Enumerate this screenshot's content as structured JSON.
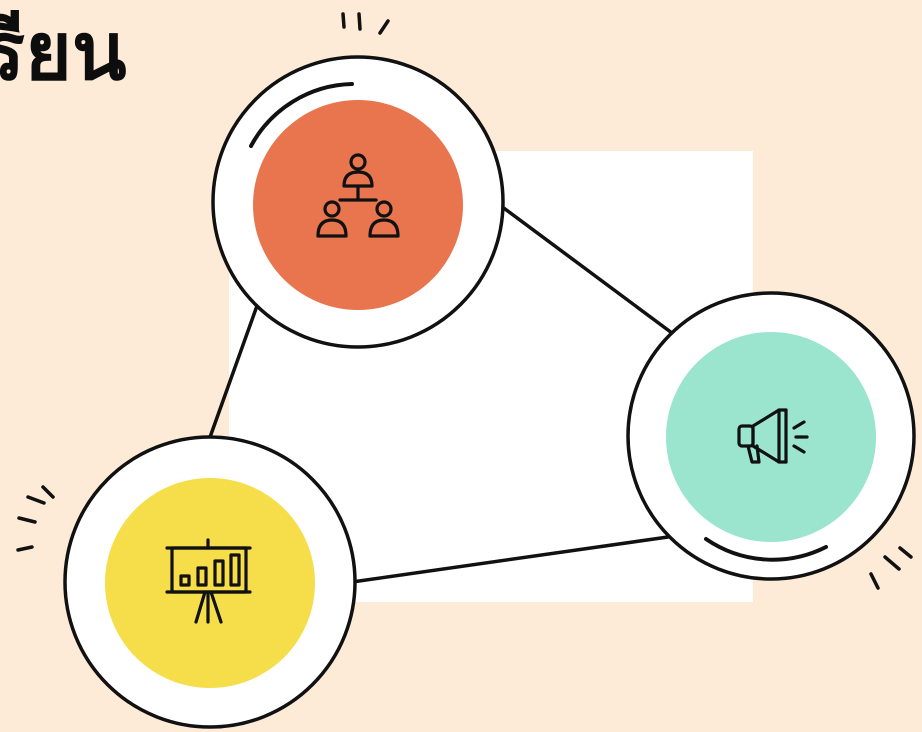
{
  "title": "รียน",
  "colors": {
    "background": "#FDEBD8",
    "panel": "#FFFFFF",
    "outline": "#111111",
    "node_people": "#E8754E",
    "node_megaphone": "#9BE5CE",
    "node_presentation": "#F5DE4A"
  },
  "nodes": [
    {
      "id": "people",
      "icon": "people-network-icon"
    },
    {
      "id": "megaphone",
      "icon": "megaphone-icon"
    },
    {
      "id": "presentation",
      "icon": "presentation-board-icon"
    }
  ]
}
